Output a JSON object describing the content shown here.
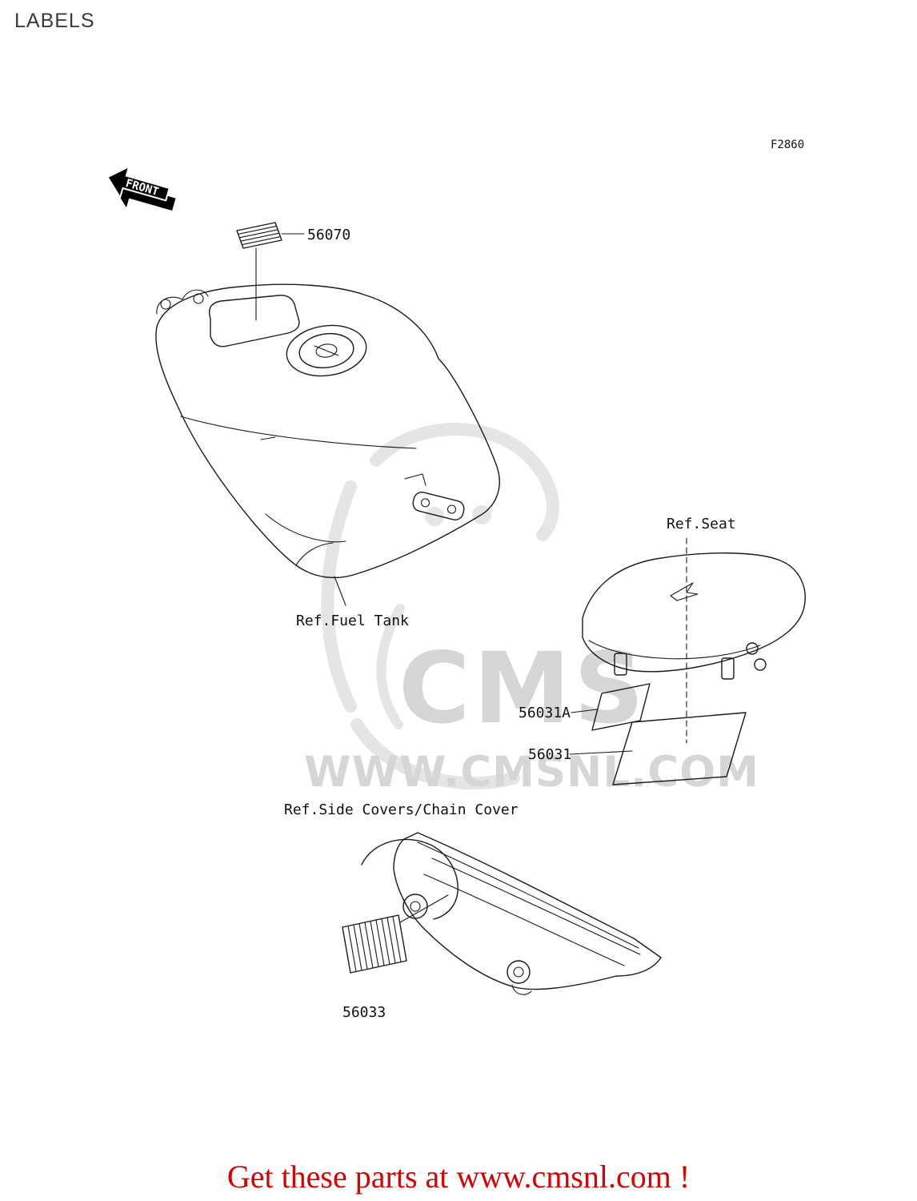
{
  "page": {
    "title": "LABELS",
    "figure_code": "F2860"
  },
  "diagram": {
    "front_arrow_label": "FRONT",
    "parts": {
      "fuel_tank_label": "56070",
      "seat_label_a": "56031A",
      "seat_label": "56031",
      "chain_cover_label": "56033"
    },
    "refs": {
      "fuel_tank": "Ref.Fuel Tank",
      "seat": "Ref.Seat",
      "side_covers": "Ref.Side Covers/Chain Cover"
    }
  },
  "watermark": {
    "brand": "CMS",
    "url": "WWW.CMSNL.COM",
    "color": "#d6d6d6"
  },
  "footer": {
    "cta": "Get these parts at www.cmsnl.com !",
    "color": "#d80000"
  }
}
